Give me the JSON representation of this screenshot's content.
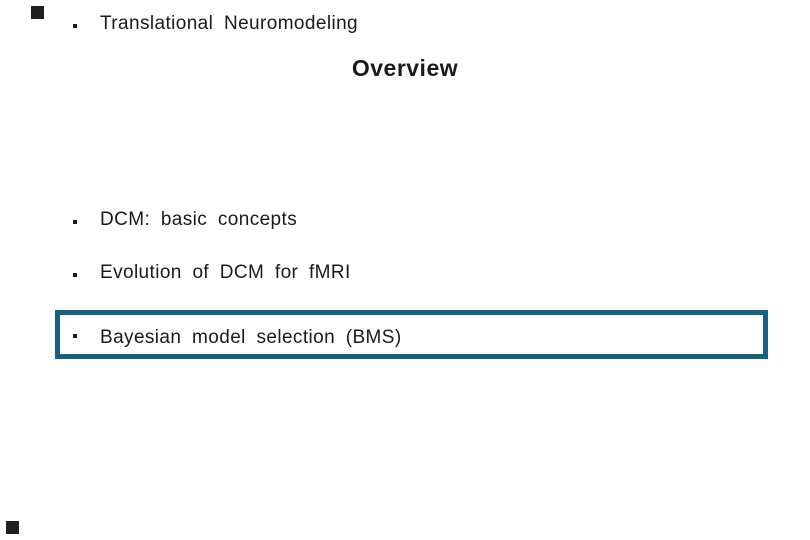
{
  "slide": {
    "title": "Overview",
    "bullets": [
      {
        "label": "DCM: basic concepts",
        "highlighted": false
      },
      {
        "label": "Evolution of DCM for fMRI",
        "highlighted": false
      },
      {
        "label": "Bayesian model selection (BMS)",
        "highlighted": true
      },
      {
        "label": "Translational Neuromodeling",
        "highlighted": false
      }
    ]
  },
  "colors": {
    "background": "#ffffff",
    "text": "#1a1a1a",
    "bullet": "#1a1a1a",
    "highlight_border": "#176284",
    "corner_mark": "#1f1f1f"
  }
}
